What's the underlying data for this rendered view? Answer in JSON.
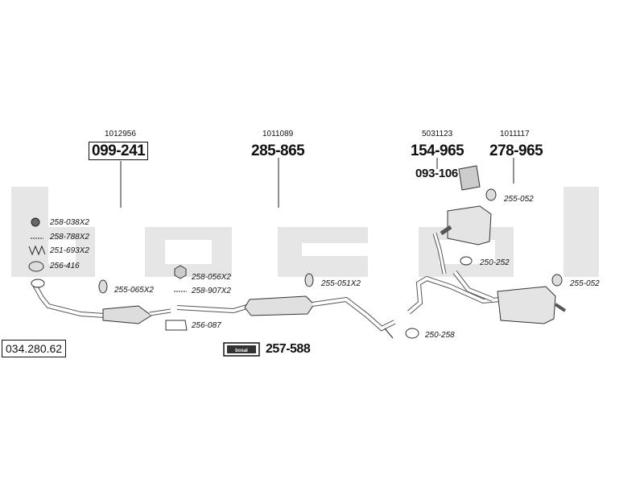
{
  "watermark": "bosal",
  "diagram_code": "034.280.62",
  "assemblies": {
    "front": {
      "ref": "1012956",
      "part": "099-241"
    },
    "middle": {
      "ref": "1011089",
      "part": "285-865"
    },
    "rear_center": {
      "ref": "5031123",
      "part": "154-965"
    },
    "rear": {
      "ref": "1011117",
      "part": "278-965"
    }
  },
  "parts": {
    "p258_038": "258-038X2",
    "p258_788": "258-788X2",
    "p251_693": "251-693X2",
    "p256_416": "256-416",
    "p255_065": "255-065X2",
    "p258_056": "258-056X2",
    "p258_907": "258-907X2",
    "p256_087": "256-087",
    "p255_051": "255-051X2",
    "p093_106": "093-106",
    "p255_052_top": "255-052",
    "p250_252": "250-252",
    "p255_052_side": "255-052",
    "p250_258": "250-258"
  },
  "kit": {
    "part": "257-588",
    "badge": "bosal"
  }
}
